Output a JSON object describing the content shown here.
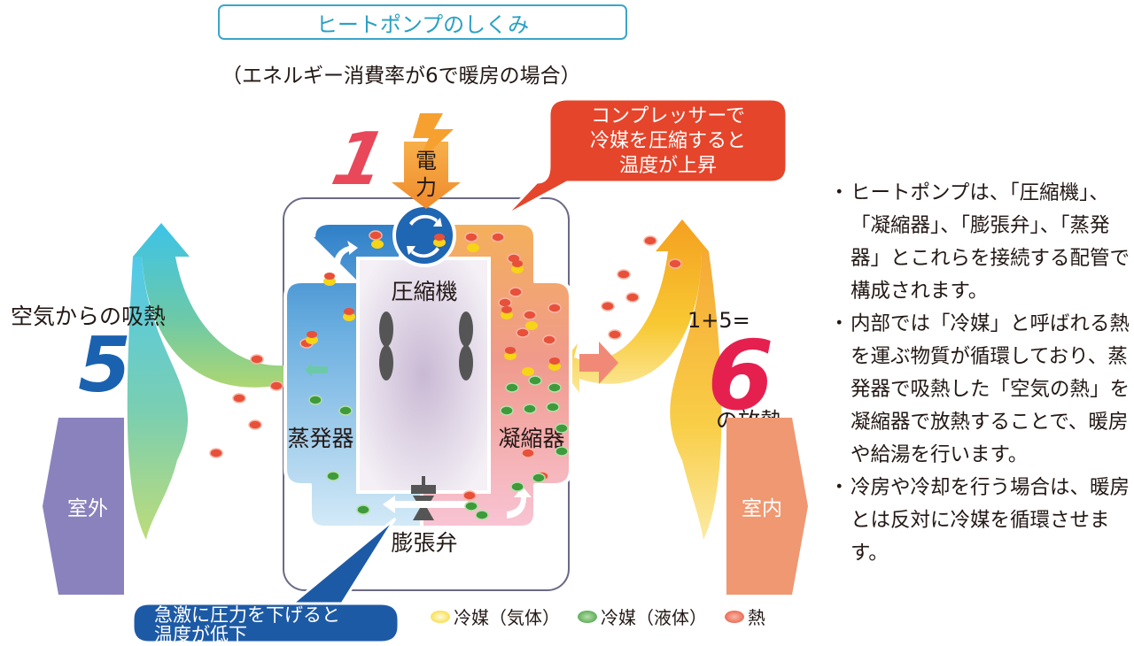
{
  "title": "ヒートポンプのしくみ",
  "subtitle": "（エネルギー消費率が6で暖房の場合）",
  "callout_top": [
    "コンプレッサーで",
    "冷媒を圧縮すると",
    "温度が上昇"
  ],
  "callout_bottom": [
    "急激に圧力を下げると",
    "温度が低下"
  ],
  "input_number": "1",
  "power_label": [
    "電",
    "力"
  ],
  "compressor_label": "圧縮機",
  "evaporator_label": "蒸発器",
  "condenser_label": "凝縮器",
  "valve_label": "膨張弁",
  "air_heat_label": "空気からの吸熱",
  "air_heat_number": "5",
  "sum_label": "1+5=",
  "output_number": "6",
  "release_label": "の放熱",
  "outside_label": "室外",
  "inside_label": "室内",
  "legend": [
    {
      "label": "冷媒（気体）",
      "color": "#f7d417"
    },
    {
      "label": "冷媒（液体）",
      "color": "#3f9a3b"
    },
    {
      "label": "熱",
      "color": "#e8503a"
    }
  ],
  "notes": [
    "ヒートポンプは、「圧縮機」、「凝縮器」、「膨張弁」、「蒸発器」とこれらを接続する配管で構成されます。",
    "内部では「冷媒」と呼ばれる熱を運ぶ物質が循環しており、蒸発器で吸熱した「空気の熱」を凝縮器で放熱することで、暖房や給湯を行います。",
    "冷房や冷却を行う場合は、暖房とは反対に冷媒を循環させます。"
  ],
  "colors": {
    "accent_blue": "#29a0c4",
    "callout_red": "#e5452b",
    "callout_blue": "#1d5aa6",
    "number_red": "#e5204f",
    "number_blue": "#1a62b0",
    "outside_purple": "#8a82bd",
    "inside_orange": "#ef9872"
  }
}
